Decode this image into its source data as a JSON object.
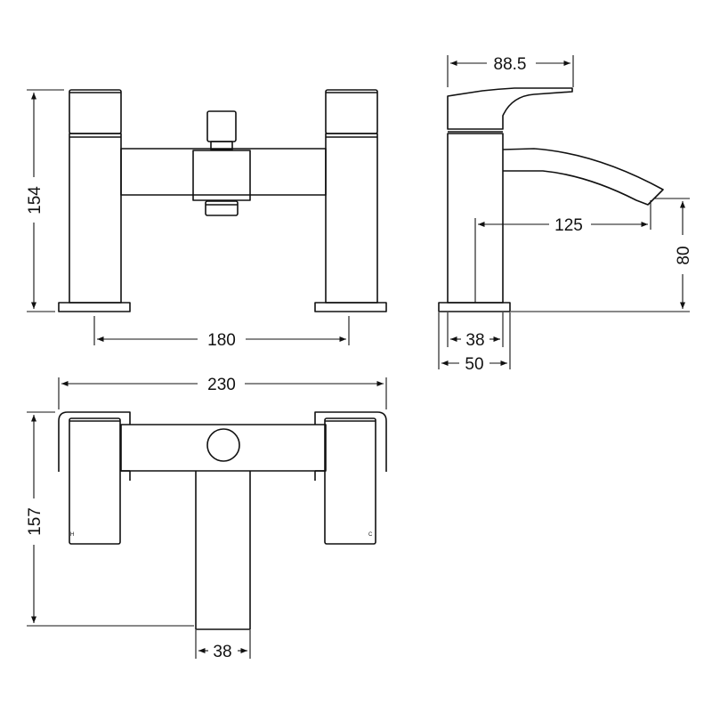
{
  "dimensions": {
    "front_height": "154",
    "handle_centres": "180",
    "side_depth": "88.5",
    "spout_reach": "125",
    "spout_height": "80",
    "side_base_inner": "38",
    "side_base_outer": "50",
    "top_width": "230",
    "top_depth": "157",
    "top_spout_width": "38"
  },
  "handle_marks": {
    "hot": "H",
    "cold": "C"
  },
  "colors": {
    "line": "#111111",
    "background": "#ffffff"
  }
}
